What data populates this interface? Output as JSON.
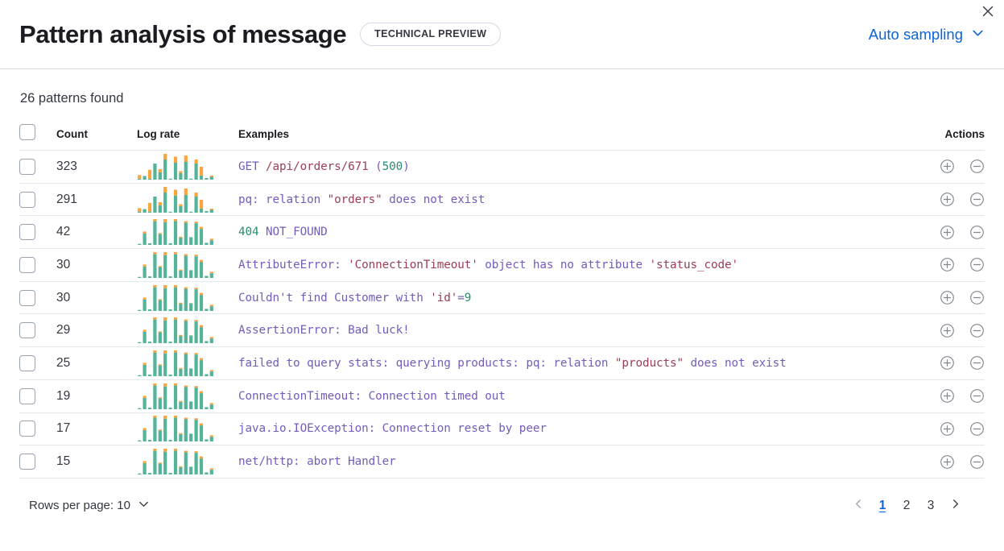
{
  "header": {
    "title": "Pattern analysis of message",
    "badge": "TECHNICAL PREVIEW",
    "sampling_label": "Auto sampling",
    "chevron_icon": "chevron-down-icon",
    "close_icon": "close-icon"
  },
  "summary": {
    "patterns_found": "26 patterns found"
  },
  "table": {
    "columns": {
      "select": "",
      "count": "Count",
      "log_rate": "Log rate",
      "examples": "Examples",
      "actions": "Actions"
    },
    "row_actions": {
      "filter_for": "filter-for-value-icon",
      "filter_out": "filter-out-value-icon"
    },
    "rows": [
      {
        "count": "323",
        "example_plain": "GET /api/orders/671 (500)",
        "example_tokens": [
          {
            "t": "GET ",
            "k": "p"
          },
          {
            "t": "/api/orders/671",
            "k": "s"
          },
          {
            "t": " (",
            "k": "p"
          },
          {
            "t": "500",
            "k": "n"
          },
          {
            "t": ")",
            "k": "p"
          }
        ],
        "chart_data": {
          "type": "bar",
          "series": [
            {
              "name": "base",
              "color": "#54b399",
              "values": [
                2,
                9,
                2,
                40,
                18,
                50,
                2,
                42,
                16,
                44,
                2,
                40,
                10,
                4,
                7
              ]
            },
            {
              "name": "peak",
              "color": "#fca53d",
              "values": [
                9,
                0,
                22,
                0,
                8,
                14,
                0,
                15,
                5,
                16,
                0,
                10,
                22,
                0,
                3
              ]
            }
          ],
          "bars": 15
        }
      },
      {
        "count": "291",
        "example_plain": "pq: relation \"orders\" does not exist",
        "example_tokens": [
          {
            "t": "pq: relation ",
            "k": "p"
          },
          {
            "t": "\"orders\"",
            "k": "s"
          },
          {
            "t": " does not exist",
            "k": "p"
          }
        ],
        "chart_data": {
          "type": "bar",
          "series": [
            {
              "name": "base",
              "color": "#54b399",
              "values": [
                2,
                9,
                2,
                40,
                18,
                50,
                2,
                42,
                16,
                44,
                2,
                40,
                10,
                4,
                7
              ]
            },
            {
              "name": "peak",
              "color": "#fca53d",
              "values": [
                9,
                0,
                22,
                0,
                8,
                14,
                0,
                15,
                5,
                16,
                0,
                10,
                22,
                0,
                3
              ]
            }
          ],
          "bars": 15
        }
      },
      {
        "count": "42",
        "example_plain": "404 NOT_FOUND",
        "example_tokens": [
          {
            "t": "404",
            "k": "n"
          },
          {
            "t": " NOT_FOUND",
            "k": "p"
          }
        ],
        "chart_data": {
          "type": "bar",
          "series": [
            {
              "name": "base",
              "color": "#54b399",
              "values": [
                2,
                22,
                3,
                46,
                21,
                44,
                3,
                46,
                14,
                43,
                15,
                42,
                31,
                4,
                9
              ]
            },
            {
              "name": "peak",
              "color": "#fca53d",
              "values": [
                0,
                4,
                0,
                4,
                2,
                6,
                0,
                4,
                2,
                3,
                0,
                3,
                4,
                0,
                3
              ]
            }
          ],
          "bars": 15
        }
      },
      {
        "count": "30",
        "example_plain": "AttributeError: 'ConnectionTimeout' object has no attribute 'status_code'",
        "example_tokens": [
          {
            "t": "AttributeError: ",
            "k": "p"
          },
          {
            "t": "'ConnectionTimeout'",
            "k": "s"
          },
          {
            "t": " object has no attribute ",
            "k": "p"
          },
          {
            "t": "'status_code'",
            "k": "s"
          }
        ],
        "chart_data": {
          "type": "bar",
          "series": [
            {
              "name": "base",
              "color": "#54b399",
              "values": [
                2,
                22,
                3,
                46,
                21,
                44,
                3,
                46,
                14,
                43,
                15,
                42,
                31,
                4,
                9
              ]
            },
            {
              "name": "peak",
              "color": "#fca53d",
              "values": [
                0,
                4,
                0,
                4,
                2,
                6,
                0,
                4,
                2,
                3,
                0,
                3,
                4,
                0,
                3
              ]
            }
          ],
          "bars": 15
        }
      },
      {
        "count": "30",
        "example_plain": "Couldn't find Customer with 'id'=9",
        "example_tokens": [
          {
            "t": "Couldn't find Customer with ",
            "k": "p"
          },
          {
            "t": "'id'",
            "k": "s"
          },
          {
            "t": "=",
            "k": "p"
          },
          {
            "t": "9",
            "k": "n"
          }
        ],
        "chart_data": {
          "type": "bar",
          "series": [
            {
              "name": "base",
              "color": "#54b399",
              "values": [
                2,
                22,
                3,
                46,
                21,
                44,
                3,
                46,
                14,
                43,
                15,
                42,
                31,
                4,
                9
              ]
            },
            {
              "name": "peak",
              "color": "#fca53d",
              "values": [
                0,
                4,
                0,
                4,
                2,
                6,
                0,
                4,
                2,
                3,
                0,
                3,
                4,
                0,
                3
              ]
            }
          ],
          "bars": 15
        }
      },
      {
        "count": "29",
        "example_plain": "AssertionError: Bad luck!",
        "example_tokens": [
          {
            "t": "AssertionError: Bad luck!",
            "k": "p"
          }
        ],
        "chart_data": {
          "type": "bar",
          "series": [
            {
              "name": "base",
              "color": "#54b399",
              "values": [
                2,
                22,
                3,
                46,
                21,
                44,
                3,
                46,
                14,
                43,
                15,
                42,
                31,
                4,
                9
              ]
            },
            {
              "name": "peak",
              "color": "#fca53d",
              "values": [
                0,
                4,
                0,
                4,
                2,
                6,
                0,
                4,
                2,
                3,
                0,
                3,
                4,
                0,
                3
              ]
            }
          ],
          "bars": 15
        }
      },
      {
        "count": "25",
        "example_plain": "failed to query stats: querying products: pq: relation \"products\" does not exist",
        "example_tokens": [
          {
            "t": "failed to query stats: querying products: pq: relation ",
            "k": "p"
          },
          {
            "t": "\"products\"",
            "k": "s"
          },
          {
            "t": " does not exist",
            "k": "p"
          }
        ],
        "chart_data": {
          "type": "bar",
          "series": [
            {
              "name": "base",
              "color": "#54b399",
              "values": [
                2,
                22,
                3,
                46,
                21,
                44,
                3,
                46,
                14,
                43,
                15,
                42,
                31,
                4,
                9
              ]
            },
            {
              "name": "peak",
              "color": "#fca53d",
              "values": [
                0,
                4,
                0,
                4,
                2,
                6,
                0,
                4,
                2,
                3,
                0,
                3,
                4,
                0,
                3
              ]
            }
          ],
          "bars": 15
        }
      },
      {
        "count": "19",
        "example_plain": "ConnectionTimeout: Connection timed out",
        "example_tokens": [
          {
            "t": "ConnectionTimeout: Connection timed out",
            "k": "p"
          }
        ],
        "chart_data": {
          "type": "bar",
          "series": [
            {
              "name": "base",
              "color": "#54b399",
              "values": [
                2,
                22,
                3,
                46,
                21,
                44,
                3,
                46,
                14,
                43,
                15,
                42,
                31,
                4,
                9
              ]
            },
            {
              "name": "peak",
              "color": "#fca53d",
              "values": [
                0,
                4,
                0,
                4,
                2,
                6,
                0,
                4,
                2,
                3,
                0,
                3,
                4,
                0,
                3
              ]
            }
          ],
          "bars": 15
        }
      },
      {
        "count": "17",
        "example_plain": "java.io.IOException: Connection reset by peer",
        "example_tokens": [
          {
            "t": "java.io.IOException: Connection reset by peer",
            "k": "p"
          }
        ],
        "chart_data": {
          "type": "bar",
          "series": [
            {
              "name": "base",
              "color": "#54b399",
              "values": [
                2,
                22,
                3,
                46,
                21,
                44,
                3,
                46,
                14,
                43,
                15,
                42,
                31,
                4,
                9
              ]
            },
            {
              "name": "peak",
              "color": "#fca53d",
              "values": [
                0,
                4,
                0,
                4,
                2,
                6,
                0,
                4,
                2,
                3,
                0,
                3,
                4,
                0,
                3
              ]
            }
          ],
          "bars": 15
        }
      },
      {
        "count": "15",
        "example_plain": "net/http: abort Handler",
        "example_tokens": [
          {
            "t": "net/http: abort Handler",
            "k": "p"
          }
        ],
        "chart_data": {
          "type": "bar",
          "series": [
            {
              "name": "base",
              "color": "#54b399",
              "values": [
                2,
                22,
                3,
                46,
                21,
                44,
                3,
                46,
                14,
                43,
                15,
                42,
                31,
                4,
                9
              ]
            },
            {
              "name": "peak",
              "color": "#fca53d",
              "values": [
                0,
                4,
                0,
                4,
                2,
                6,
                0,
                4,
                2,
                3,
                0,
                3,
                4,
                0,
                3
              ]
            }
          ],
          "bars": 15
        }
      }
    ]
  },
  "footer": {
    "rows_per_page": "Rows per page: 10",
    "rows_per_page_icon": "chevron-down-icon",
    "prev_icon": "chevron-left-icon",
    "next_icon": "chevron-right-icon",
    "pages": [
      "1",
      "2",
      "3"
    ],
    "active_page": "1"
  },
  "colors": {
    "accent_link": "#0b64dd",
    "bar_base": "#54b399",
    "bar_peak": "#fca53d",
    "text_code": "#765bbc",
    "text_code_string": "#9c3d55",
    "text_code_number": "#278c6f",
    "border": "#e3e7ee"
  }
}
